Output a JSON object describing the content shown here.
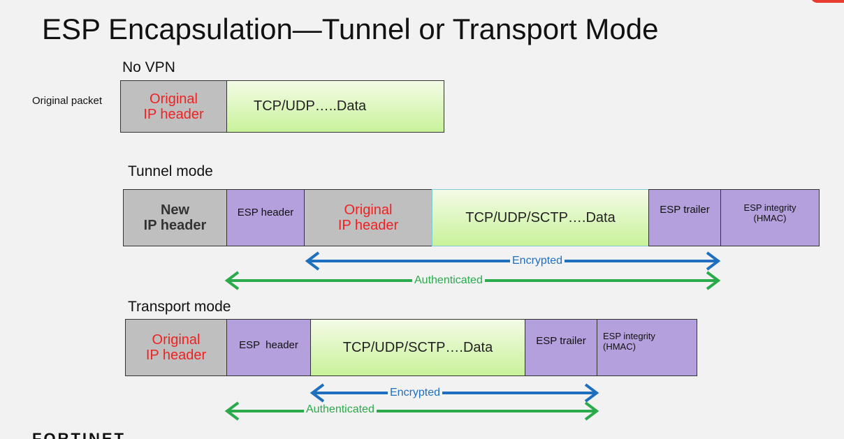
{
  "title": "ESP Encapsulation—Tunnel or Transport Mode",
  "no_vpn": {
    "heading": "No VPN",
    "row_label": "Original packet",
    "boxes": {
      "orig_ip_header": "Original\nIP header",
      "data": "TCP/UDP…..Data"
    }
  },
  "tunnel": {
    "heading": "Tunnel mode",
    "boxes": {
      "new_ip_header": "New\nIP header",
      "esp_header": "ESP header",
      "orig_ip_header": "Original\nIP header",
      "data": "TCP/UDP/SCTP….Data",
      "esp_trailer": "ESP trailer",
      "esp_integrity": "ESP integrity\n(HMAC)"
    },
    "encrypted": "Encrypted",
    "authenticated": "Authenticated"
  },
  "transport": {
    "heading": "Transport mode",
    "boxes": {
      "orig_ip_header": "Original\nIP header",
      "esp_header": "ESP  header",
      "data": "TCP/UDP/SCTP….Data",
      "esp_trailer": "ESP trailer",
      "esp_integrity": "ESP integrity\n(HMAC)"
    },
    "encrypted": "Encrypted",
    "authenticated": "Authenticated"
  },
  "logo_text": "FORTINET",
  "colors": {
    "header_gray": "#bfbfbf",
    "esp_purple": "#b4a0dc",
    "data_green": "#c8f29a",
    "original_red": "#ee2222",
    "encrypted_blue": "#1f6fbf",
    "authenticated_green": "#2aaa4a",
    "brand_red": "#e83a2e"
  },
  "icons": {
    "encrypted": "double-arrow-icon",
    "authenticated": "double-arrow-icon"
  }
}
